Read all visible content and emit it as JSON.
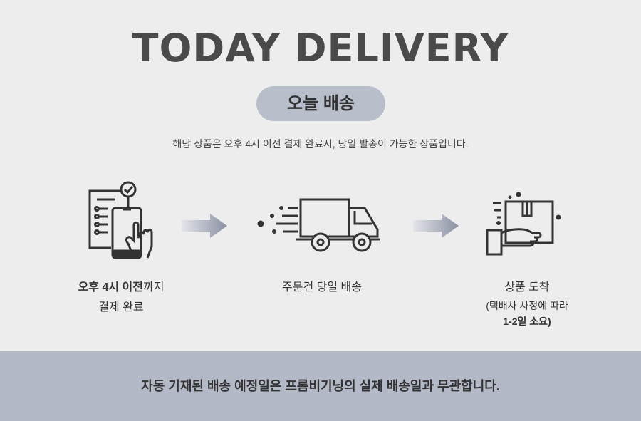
{
  "title": "TODAY DELIVERY",
  "badge": "오늘 배송",
  "description": "해당 상품은 오후 4시 이전 결제 완료시, 당일 발송이 가능한 상품입니다.",
  "steps": [
    {
      "icon": "phone-checklist-icon",
      "line1_bold1": "오후 ",
      "line1_bold2": "4시 이전",
      "line1_rest": "까지",
      "line2": "결제 완료"
    },
    {
      "icon": "delivery-truck-icon",
      "line1": "주문건 당일 배송"
    },
    {
      "icon": "package-hand-icon",
      "line1": "상품 도착",
      "line2": "(택배사 사정에 따라",
      "line3_bold": "1-2일",
      "line3_rest": " 소요)"
    }
  ],
  "notice": "자동 기재된 배송 예정일은 프롬비기닝의 실제 배송일과 무관합니다.",
  "colors": {
    "background": "#ededed",
    "badge": "#b9becb",
    "band": "#b4b9c7",
    "arrow": "#8a90a3"
  }
}
